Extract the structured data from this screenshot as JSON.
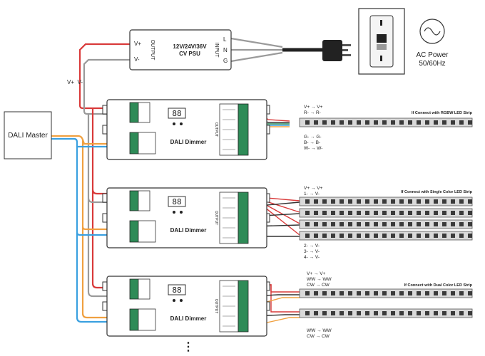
{
  "psu": {
    "title_line1": "12V/24V/36V",
    "title_line2": "CV PSU",
    "output_label": "OUTPUT",
    "input_label": "INPUT",
    "out_plus": "V+",
    "out_minus": "V-",
    "in_l": "L",
    "in_n": "N",
    "in_g": "G"
  },
  "bus_label": "V+  V-",
  "ac_power": {
    "line1": "AC Power",
    "line2": "50/60Hz"
  },
  "dali_master": "DALI Master",
  "dimmers": [
    {
      "title": "DALI Dimmer",
      "digits": "88"
    },
    {
      "title": "DALI Dimmer",
      "digits": "88"
    },
    {
      "title": "DALI Dimmer",
      "digits": "88"
    }
  ],
  "dimmer_side_label": "OUTPUT",
  "strips": {
    "rgbw_title": "If Connect with RGBW LED Strip",
    "single_title": "If Connect with Single Color LED Strip",
    "dual_title": "If Connect with Dual Color LED Strip"
  },
  "wire_map": {
    "rgbw_top": [
      "V+ → V+",
      "R- → R-"
    ],
    "rgbw_bottom": [
      "G- → G-",
      "B- → B-",
      "W- → W-"
    ],
    "single_top": [
      "V+ → V+",
      "1- → V-"
    ],
    "single_bottom": [
      "2- → V-",
      "3- → V-",
      "4- → V-"
    ],
    "dual_top": [
      "V+ → V+",
      "WW → WW",
      "CW → CW"
    ],
    "dual_bottom": [
      "WW → WW",
      "CW → CW"
    ]
  },
  "more_indicator": "⋮",
  "colors": {
    "red": "#d93a3a",
    "gray": "#9a9a9a",
    "dark": "#333333",
    "blue": "#3aa0e0",
    "orange": "#f0a040",
    "green_terminal": "#2e8b57",
    "strip_body": "#d9d9d9",
    "led_chip": "#3a3a3a"
  }
}
